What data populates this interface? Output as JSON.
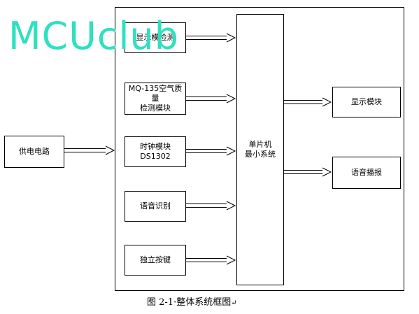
{
  "watermark": "MCUclub",
  "blocks": {
    "display_detect": "显示模检测",
    "mq135_line1": "MQ-135空气质量",
    "mq135_line2": "检测模块",
    "clock": "时钟模块DS1302",
    "voice_recog": "语音识别",
    "keys": "独立按键",
    "power": "供电电路",
    "mcu_line1": "单片机",
    "mcu_line2": "最小系统",
    "display_module": "显示模块",
    "voice_broadcast": "语音播报"
  },
  "caption": "图 2-1·整体系统框图"
}
